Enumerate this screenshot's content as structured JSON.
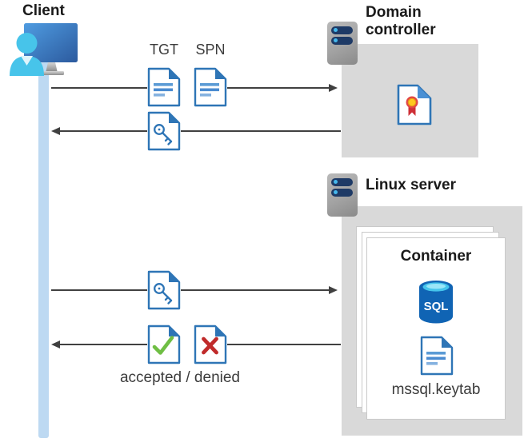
{
  "client": {
    "label": "Client"
  },
  "domain_controller": {
    "label": "Domain controller"
  },
  "linux_server": {
    "label": "Linux server"
  },
  "container": {
    "label": "Container",
    "sql_label": "SQL",
    "keytab_file": "mssql.keytab"
  },
  "flow": {
    "tgt_label": "TGT",
    "spn_label": "SPN",
    "result_label": "accepted / denied"
  },
  "colors": {
    "accent_blue": "#2e75b6",
    "doc_line_blue": "#5b9bd5",
    "box_gray": "#d9d9d9",
    "lifeline_blue": "#bdd9f2",
    "arrow_gray": "#404040",
    "check_green": "#6fbe44",
    "cross_red": "#c02b2b",
    "sql_body_blue": "#1064b4",
    "sql_top_cyan": "#45c5ec",
    "server_navy": "#1e3a66",
    "person_cyan": "#47c4ea",
    "cert_red": "#d8403a",
    "cert_yellow": "#ffc81e"
  }
}
